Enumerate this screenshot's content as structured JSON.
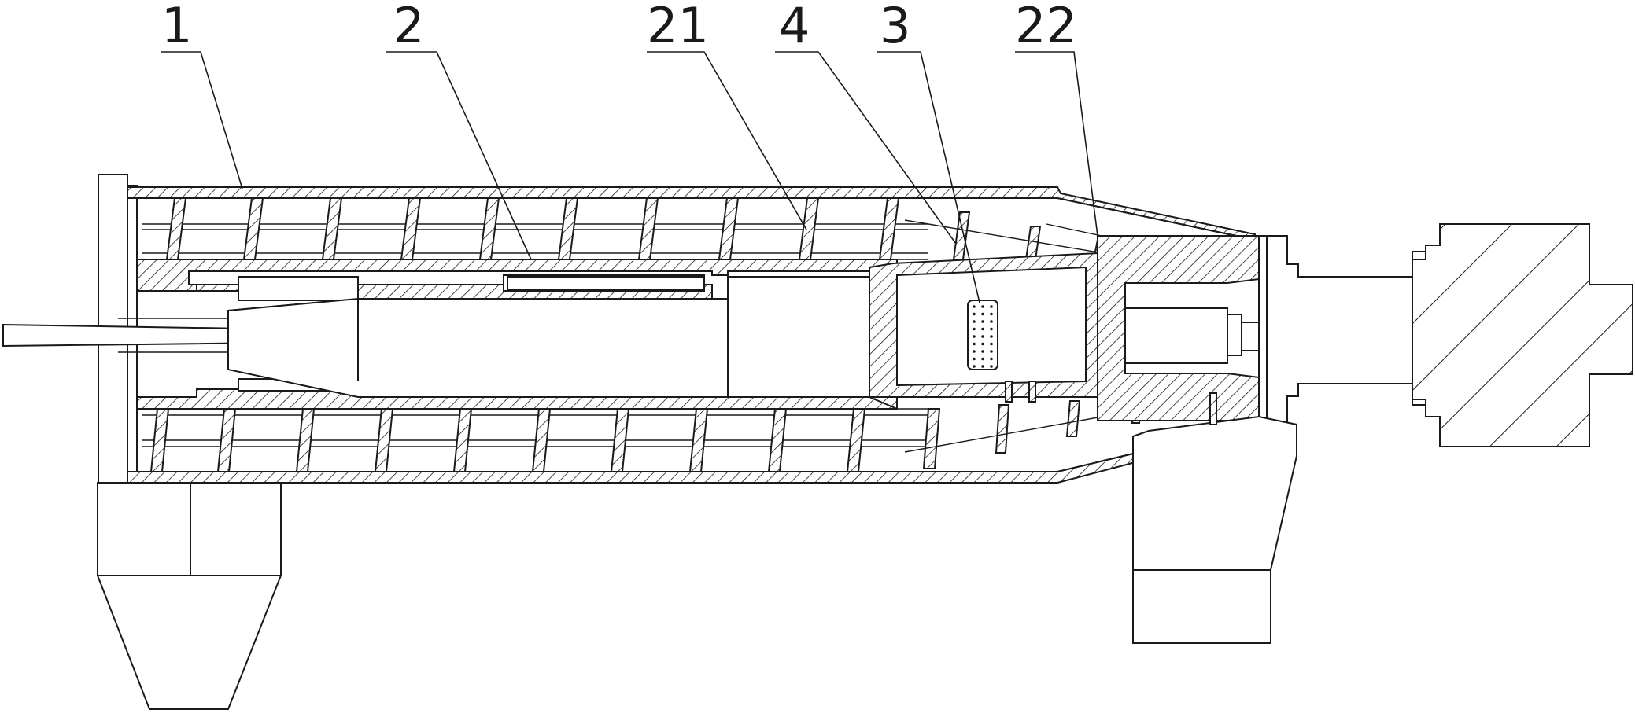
{
  "callouts": [
    {
      "label": "1"
    },
    {
      "label": "2"
    },
    {
      "label": "21"
    },
    {
      "label": "4"
    },
    {
      "label": "3"
    },
    {
      "label": "22"
    }
  ],
  "colors": {
    "ink": "#1a1a1a",
    "background": "#ffffff"
  }
}
